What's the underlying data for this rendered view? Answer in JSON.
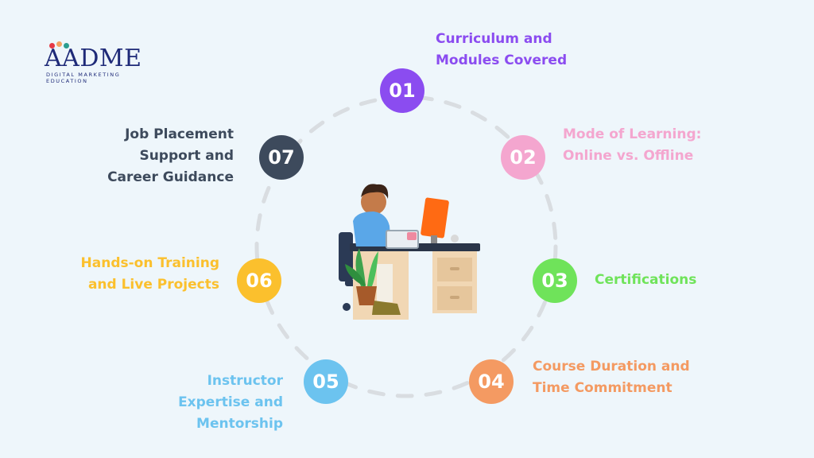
{
  "logo": {
    "wordmark": "AADME",
    "tagline": "DIGITAL MARKETING EDUCATION",
    "dot_colors": [
      "#e63946",
      "#f4a261",
      "#2a9d8f"
    ]
  },
  "steps": [
    {
      "number": "01",
      "lines": [
        "Curriculum and",
        "Modules Covered"
      ],
      "color": "#8b4cf0"
    },
    {
      "number": "02",
      "lines": [
        "Mode of Learning:",
        "Online vs. Offline"
      ],
      "color": "#f4a6cf"
    },
    {
      "number": "03",
      "lines": [
        "Certifications"
      ],
      "color": "#6fe35a"
    },
    {
      "number": "04",
      "lines": [
        "Course Duration and",
        "Time Commitment"
      ],
      "color": "#f49a62"
    },
    {
      "number": "05",
      "lines": [
        "Instructor",
        "Expertise and",
        "Mentorship"
      ],
      "color": "#6cc3ef"
    },
    {
      "number": "06",
      "lines": [
        "Hands-on Training",
        "and Live Projects"
      ],
      "color": "#fbc02d"
    },
    {
      "number": "07",
      "lines": [
        "Job Placement",
        "Support and",
        "Career Guidance"
      ],
      "color": "#3d4a5c"
    }
  ],
  "colors": {
    "background": "#eef6fb",
    "ring": "#d9dde1"
  }
}
